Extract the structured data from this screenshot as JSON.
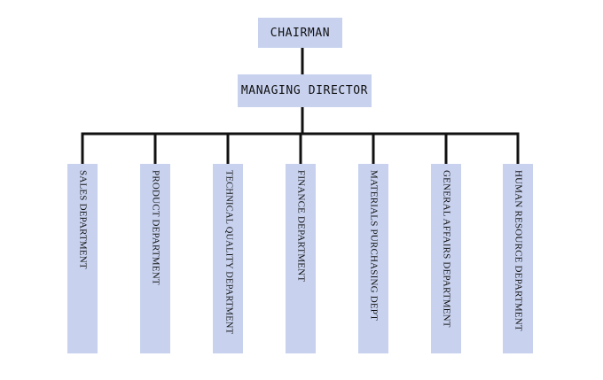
{
  "org_chart": {
    "root": "CHAIRMAN",
    "level2": "MANAGING DIRECTOR",
    "departments": [
      "SALES  DEPARTMENT",
      "PRODUCT DEPARTMENT",
      "TECHNICAL QUALITY DEPARTMENT",
      "FINANCE DEPARTMENT",
      "MATERIALS PURCHASING DEPT",
      "GENERAL AFFAIRS DEPARTMENT",
      "HUMAN RESOURCE DEPARTMENT"
    ]
  },
  "colors": {
    "node_fill": "#c8d2ef",
    "connector": "#111111",
    "text": "#111111",
    "background": "#ffffff"
  }
}
